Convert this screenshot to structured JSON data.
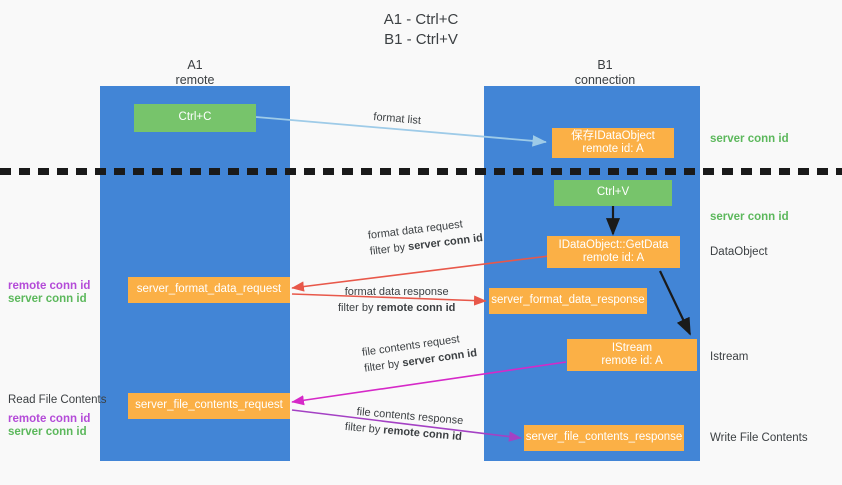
{
  "title": {
    "line1": "A1 - Ctrl+C",
    "line2": "B1 - Ctrl+V"
  },
  "columns": [
    {
      "name": "A1",
      "sub": "remote"
    },
    {
      "name": "B1",
      "sub": "connection"
    }
  ],
  "colors": {
    "lane": "#4285d6",
    "green_box": "#77c46b",
    "orange_box": "#fbb046",
    "server_conn_id": "#5cb85c",
    "remote_conn_id": "#b44bd8",
    "arrow_light_blue": "#9ecbe8",
    "arrow_red": "#e8584a",
    "arrow_magenta": "#d629c8",
    "arrow_purple": "#a441c4",
    "arrow_black": "#1a1a1a",
    "text": "#3c4043"
  },
  "boxes": {
    "ctrl_c": {
      "label": "Ctrl+C"
    },
    "ctrl_v": {
      "label": "Ctrl+V"
    },
    "save_idataobject": {
      "line1": "保存IDataObject",
      "line2": "remote id: A"
    },
    "getdata": {
      "line1": "IDataObject::GetData",
      "line2": "remote id: A"
    },
    "istream": {
      "line1": "IStream",
      "line2": "remote id: A"
    },
    "server_format_data_request": {
      "label": "server_format_data_request"
    },
    "server_format_data_response": {
      "label": "server_format_data_response"
    },
    "server_file_contents_request": {
      "label": "server_file_contents_request"
    },
    "server_file_contents_response": {
      "label": "server_file_contents_response"
    }
  },
  "edges": {
    "format_list": {
      "label": "format list"
    },
    "format_data_request": {
      "line1": "format data request",
      "filter_prefix": "filter by ",
      "filter_key": "server conn id"
    },
    "format_data_response": {
      "line1": "format data response",
      "filter_prefix": "filter by ",
      "filter_key": "remote conn id"
    },
    "file_contents_request": {
      "line1": "file contents request",
      "filter_prefix": "filter by ",
      "filter_key": "server conn id"
    },
    "file_contents_response": {
      "line1": "file contents response",
      "filter_prefix": "filter by ",
      "filter_key": "remote conn id"
    }
  },
  "right_labels": {
    "server_conn_id_top": "server conn id",
    "server_conn_id_mid": "server conn id",
    "dataobject": "DataObject",
    "istream": "Istream",
    "write_file_contents": "Write File Contents"
  },
  "left_labels": {
    "remote_conn_id_1": "remote conn id",
    "server_conn_id_1": "server conn id",
    "read_file_contents": "Read File Contents",
    "remote_conn_id_2": "remote conn id",
    "server_conn_id_2": "server conn id"
  }
}
